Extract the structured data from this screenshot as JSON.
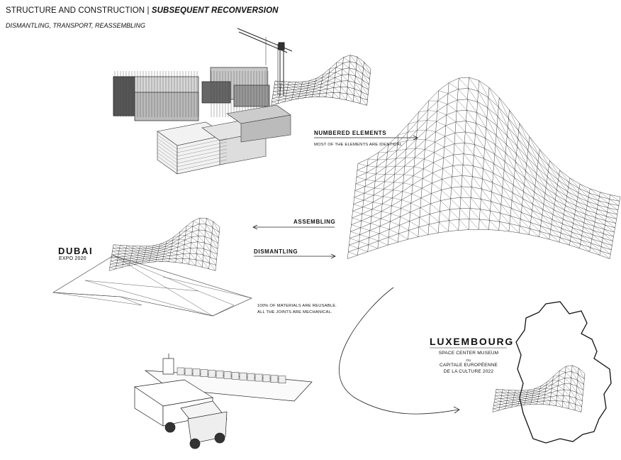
{
  "header": {
    "title_main": "STRUCTURE AND CONSTRUCTION | ",
    "title_bold": "SUBSEQUENT RECONVERSION",
    "subtitle": "DISMANTLING, TRANSPORT, REASSEMBLING"
  },
  "labels": {
    "numbered_elements": "NUMBERED ELEMENTS",
    "numbered_note": "MOST OF THE ELEMENTS ARE IDENTICAL",
    "assembling": "ASSEMBLING",
    "dismantling": "DISMANTLING",
    "materials_line1": "100% OF MATERIALS ARE REUSABLE.",
    "materials_line2": "ALL THE JOINTS ARE MECHANICAL."
  },
  "dubai": {
    "name": "DUBAI",
    "event": "EXPO 2020"
  },
  "luxembourg": {
    "name": "LUXEMBOURG",
    "line1": "SPACE CENTER MUSEUM",
    "line2": "OU",
    "line3": "CAPITALE EUROPÉENNE",
    "line4": "DE LA CULTURE 2022"
  },
  "colors": {
    "ink": "#111111",
    "background": "#ffffff"
  }
}
